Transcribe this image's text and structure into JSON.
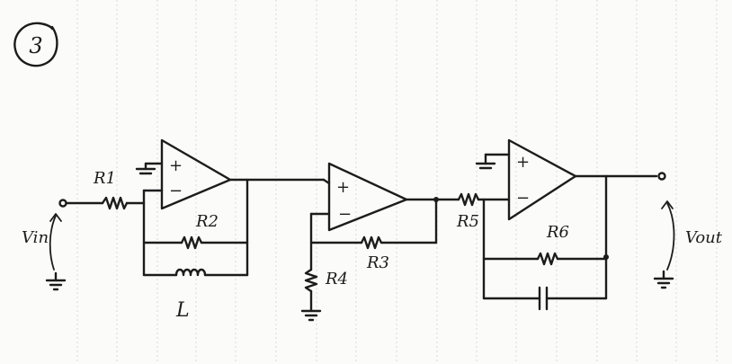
{
  "problem_number": "3",
  "labels": {
    "vin": "Vin",
    "vout": "Vout",
    "r1": "R1",
    "r2": "R2",
    "r3": "R3",
    "r4": "R4",
    "r5": "R5",
    "r6": "R6",
    "l": "L",
    "plus": "+",
    "minus": "−"
  },
  "colors": {
    "ink": "#1c1c1c",
    "paper": "#fbfbf9",
    "grid": "#d9d9d6"
  }
}
